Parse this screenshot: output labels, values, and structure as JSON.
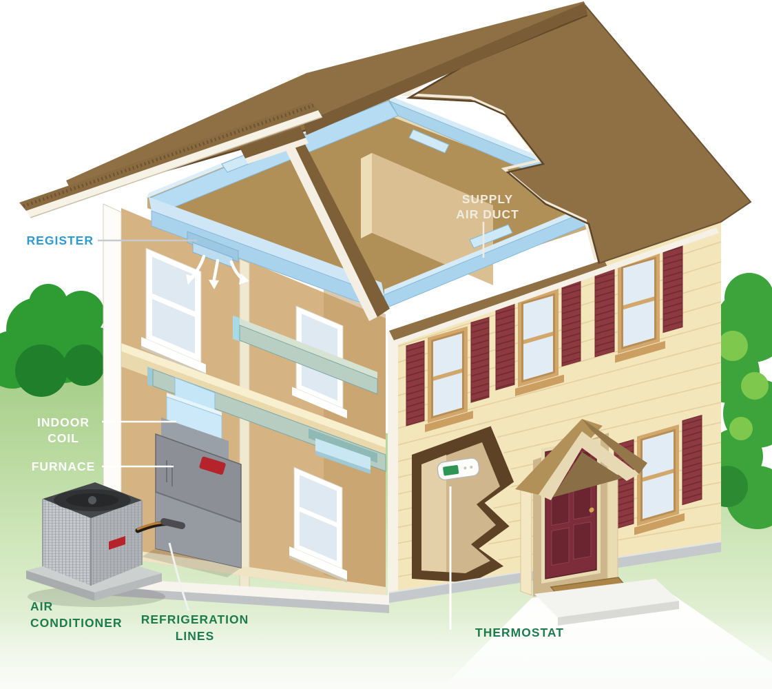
{
  "diagram": {
    "labels": {
      "register": {
        "text": "REGISTER",
        "color": "#2f9ad2"
      },
      "indoor_coil": {
        "lines": [
          "INDOOR",
          "COIL"
        ],
        "color": "#ffffff"
      },
      "furnace": {
        "text": "FURNACE",
        "color": "#ffffff"
      },
      "air_conditioner": {
        "lines": [
          "AIR",
          "CONDITIONER"
        ],
        "color": "#1e7b4e"
      },
      "refrigeration_lines": {
        "lines": [
          "REFRIGERATION",
          "LINES"
        ],
        "color": "#1e7b4e"
      },
      "supply_air_duct": {
        "lines": [
          "SUPPLY",
          "AIR DUCT"
        ],
        "color": "#f1ece0"
      },
      "thermostat": {
        "text": "THERMOSTAT",
        "color": "#1e7b4e"
      }
    },
    "colors": {
      "roof_brown": "#8f7045",
      "attic_floor": "#b19057",
      "siding_cream": "#f4e6bb",
      "shutter_maroon": "#8d3940",
      "duct_blue": "#b5dcf2",
      "duct_green": "#bacfc4",
      "furnace_gray": "#8c9096",
      "door_maroon": "#7c2d39",
      "lawn_green": "#a9d08a",
      "tree_green": "#2f9b33",
      "label_blue": "#2f9ad2",
      "label_green": "#1e7b4e",
      "leader_white": "#ffffff"
    }
  }
}
